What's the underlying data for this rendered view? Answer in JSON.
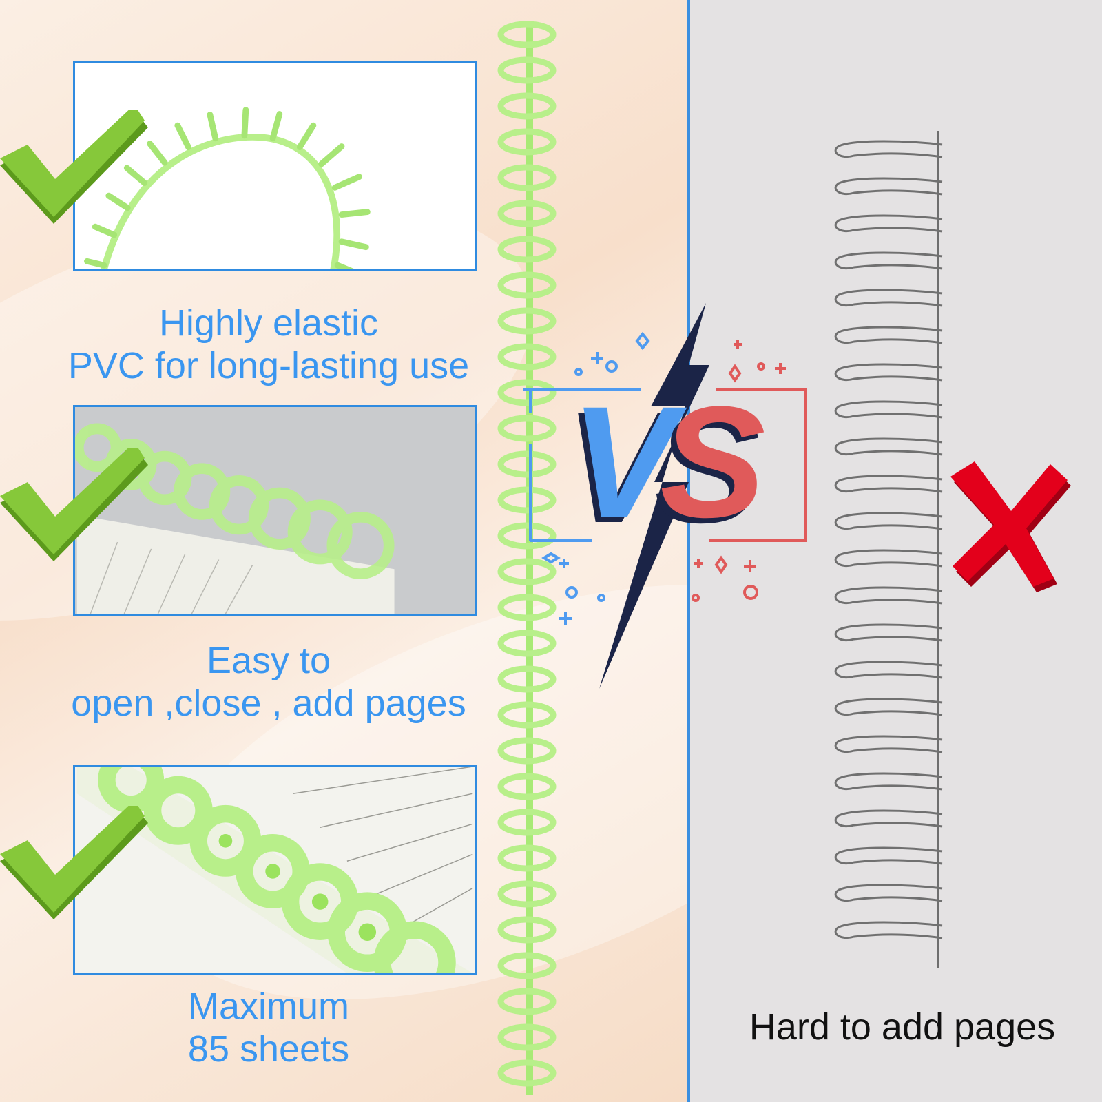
{
  "features": [
    {
      "line1": "Highly elastic",
      "line2": "PVC for long-lasting use"
    },
    {
      "line1": "Easy to",
      "line2": "open ,close , add pages"
    },
    {
      "line1": "Maximum",
      "line2": "85 sheets"
    }
  ],
  "vs_badge": {
    "letter_v": "V",
    "letter_s": "S"
  },
  "comparison": {
    "caption": "Hard to add pages"
  },
  "colors": {
    "accent_blue": "#3a96f0",
    "ring_green": "#b8ef8a",
    "check_green": "#7cc22a",
    "cross_red": "#e3001b",
    "vs_blue": "#4f9bf0",
    "vs_red": "#e05a5a",
    "bolt_navy": "#1b2447"
  },
  "icons": [
    "check-icon",
    "lightning-icon",
    "cross-icon"
  ]
}
